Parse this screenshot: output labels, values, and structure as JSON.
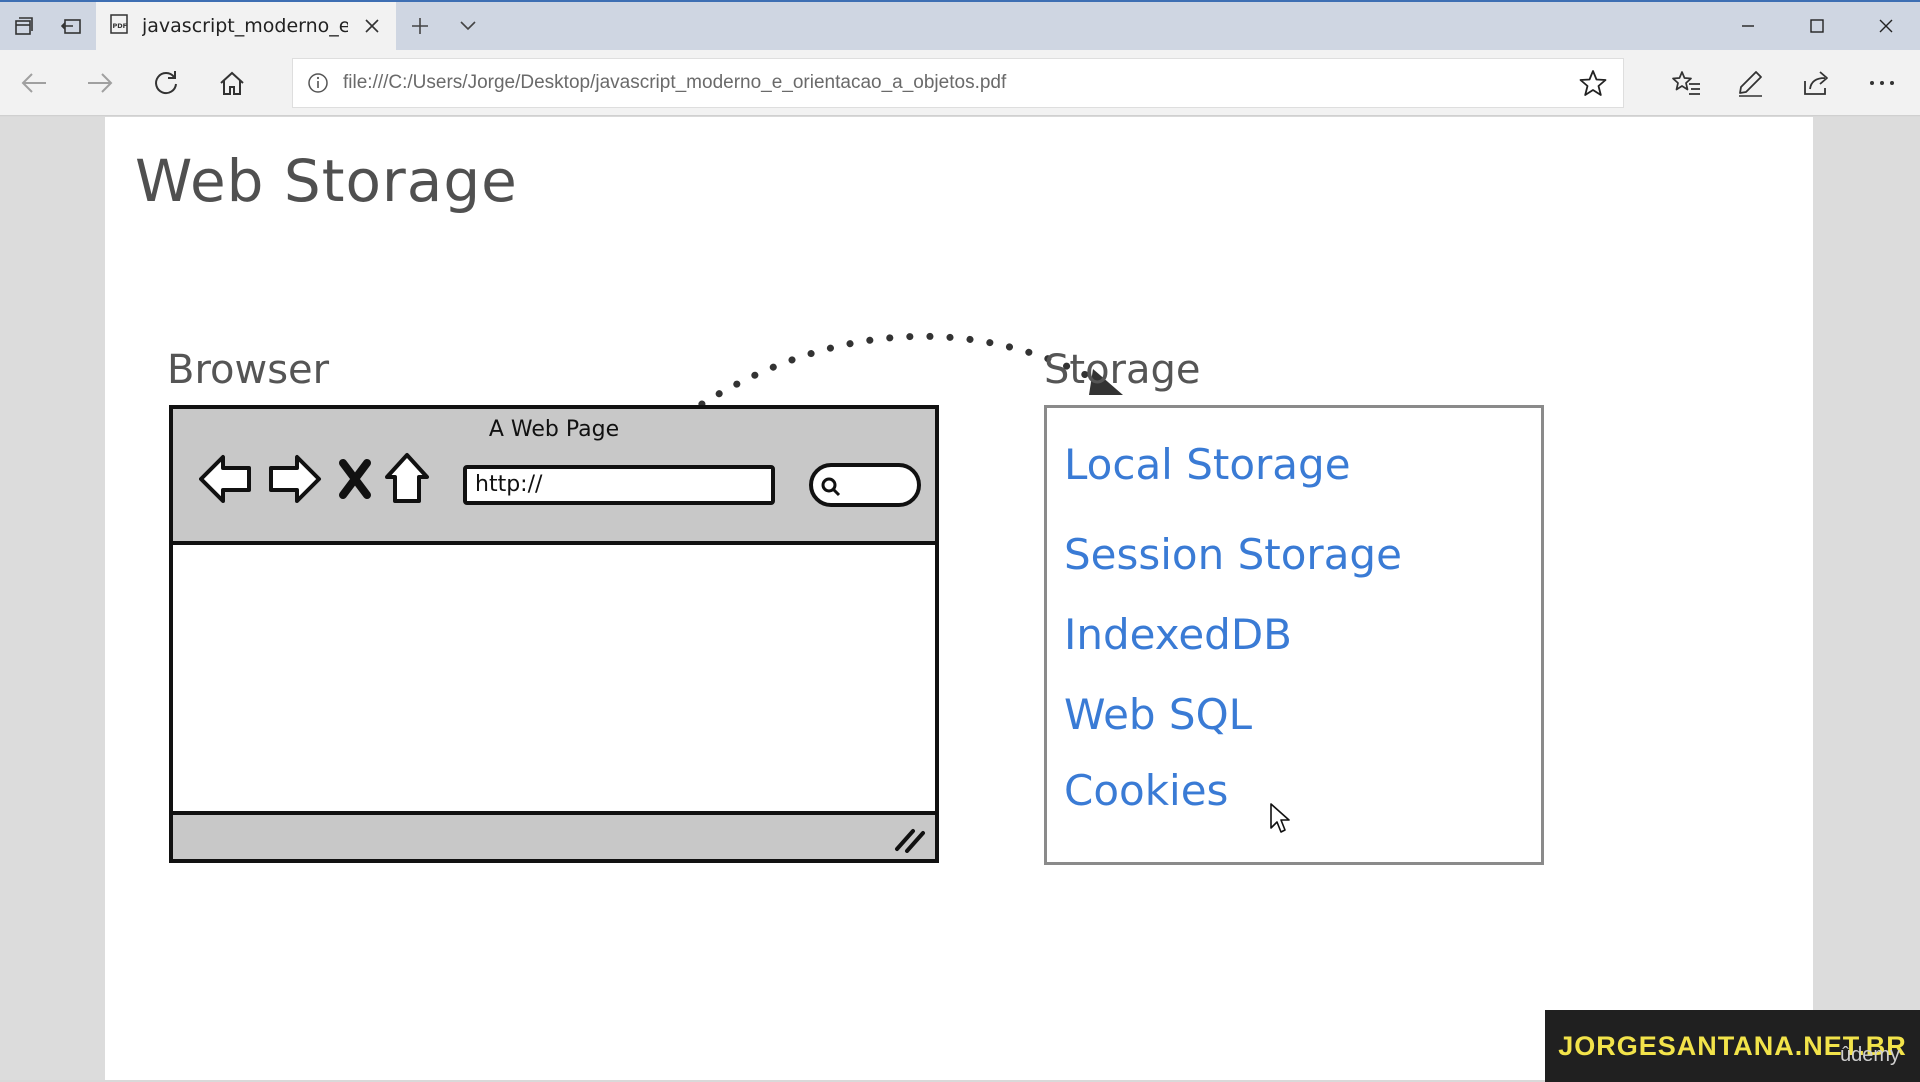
{
  "browser": {
    "tab": {
      "title": "javascript_moderno_e_c"
    },
    "address": {
      "url": "file:///C:/Users/Jorge/Desktop/javascript_moderno_e_orientacao_a_objetos.pdf"
    }
  },
  "slide": {
    "title": "Web Storage",
    "browser_label": "Browser",
    "storage_label": "Storage",
    "mockup": {
      "page_title": "A Web Page",
      "url_text": "http://"
    },
    "storage_items": [
      {
        "label": "Local Storage"
      },
      {
        "label": "Session Storage"
      },
      {
        "label": "IndexedDB"
      },
      {
        "label": "Web SQL"
      },
      {
        "label": "Cookies"
      }
    ]
  },
  "watermark": {
    "site": "JORGESANTANA.NET.BR",
    "udemy": "ûdemy"
  },
  "colors": {
    "storage_text": "#3a7bd5",
    "brand_text": "#f2e34a",
    "brand_bg": "#202020",
    "tabbar_bg": "#cfd6e2"
  },
  "icons": [
    "tab-preview-icon",
    "set-aside-icon",
    "pdf-icon",
    "close-icon",
    "plus-icon",
    "chevron-down-icon",
    "minimize-icon",
    "maximize-icon",
    "back-icon",
    "forward-icon",
    "refresh-icon",
    "home-icon",
    "info-icon",
    "star-icon",
    "favorites-icon",
    "pen-icon",
    "share-icon",
    "more-icon"
  ]
}
